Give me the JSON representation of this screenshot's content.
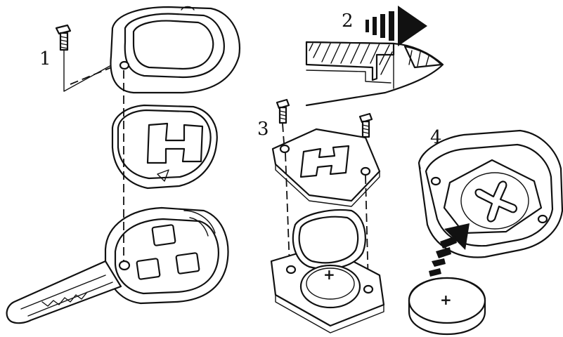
{
  "steps": [
    {
      "id": "1",
      "label": "1"
    },
    {
      "id": "2",
      "label": "2"
    },
    {
      "id": "3",
      "label": "3"
    },
    {
      "id": "4",
      "label": "4"
    }
  ],
  "battery_polarity": "+",
  "holder_polarity": "+",
  "icons": {
    "screw": "screw-icon",
    "arrow": "push-arrow-icon",
    "battery": "coin-battery-icon"
  },
  "colors": {
    "line": "#111111",
    "background": "#ffffff"
  }
}
